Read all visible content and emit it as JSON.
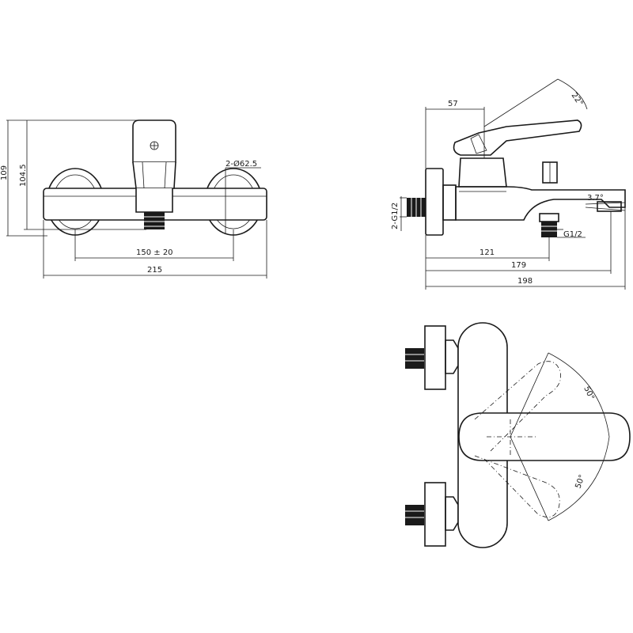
{
  "drawing": {
    "front_view": {
      "height_outer": "109",
      "height_inner": "104.5",
      "ring_callout": "2-Ø62.5",
      "centers": "150 ± 20",
      "overall_width": "215"
    },
    "side_view": {
      "handle_offset": "57",
      "handle_angle": "22°",
      "inlet_thread": "2-G1/2",
      "spout_angle": "3.7°",
      "outlet_thread": "G1/2",
      "to_outlet": "121",
      "to_spout": "179",
      "overall_depth": "198"
    },
    "top_view": {
      "swing_upper": "50°",
      "swing_lower": "50°"
    }
  }
}
